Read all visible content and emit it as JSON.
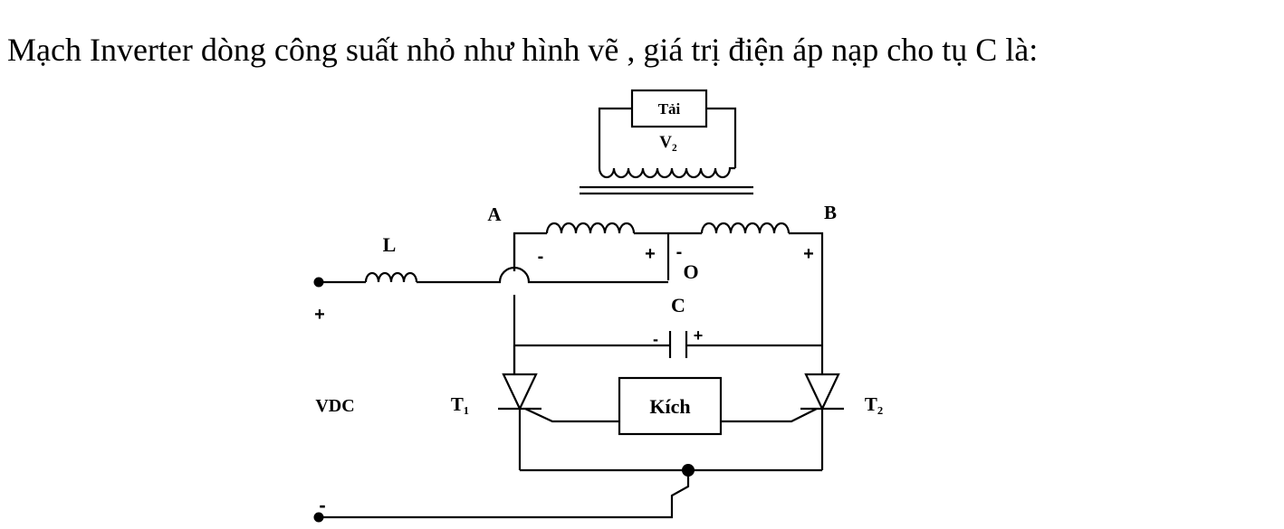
{
  "question": "Mạch Inverter dòng công suất nhỏ như hình vẽ , giá trị điện áp nạp cho tụ C là:",
  "diagram": {
    "load_label": "Tải",
    "secondary_voltage": "V₂",
    "node_a": "A",
    "node_b": "B",
    "node_o": "O",
    "inductor_label": "L",
    "capacitor_label": "C",
    "source_label": "VDC",
    "thyristor_1": "T₁",
    "thyristor_2": "T₂",
    "trigger_label": "Kích",
    "plus": "+",
    "minus": "-"
  }
}
